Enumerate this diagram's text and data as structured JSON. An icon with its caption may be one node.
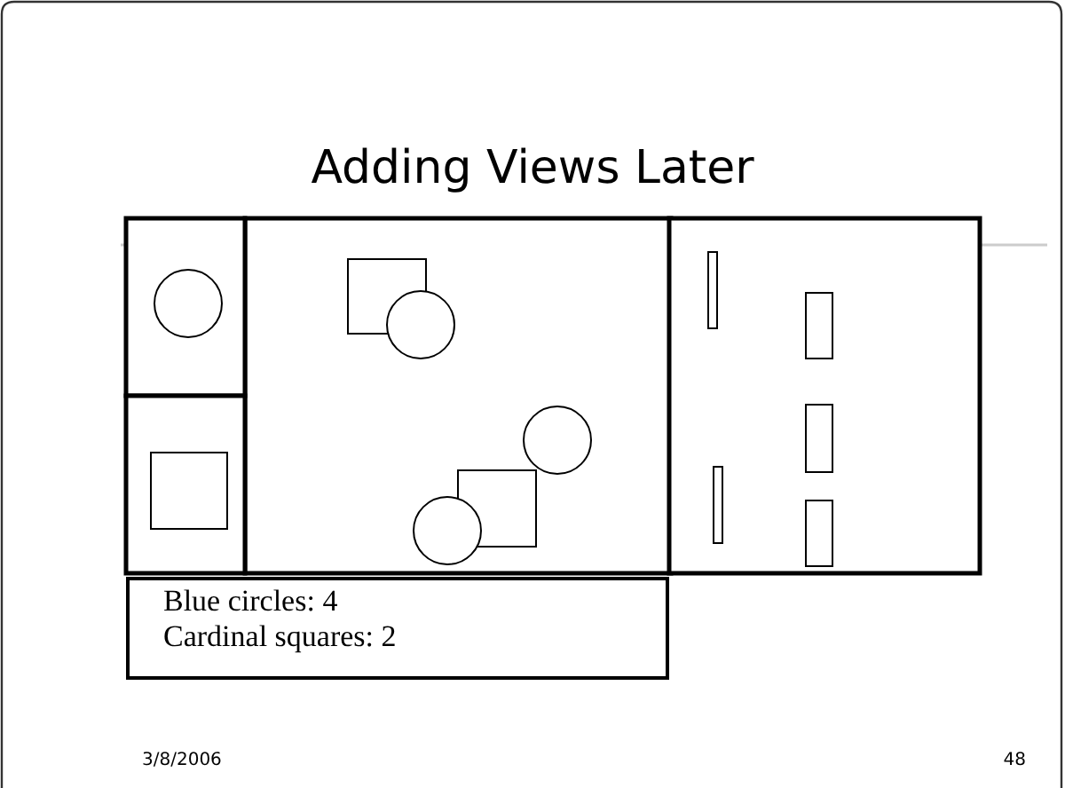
{
  "diagram": {
    "title": "Adding Views Later",
    "nodes": [
      {
        "text": [
          "Blue circles: 4",
          "Cardinal squares: 2"
        ]
      }
    ],
    "edges": [],
    "labels": [
      "3/8/2006",
      "48"
    ]
  }
}
